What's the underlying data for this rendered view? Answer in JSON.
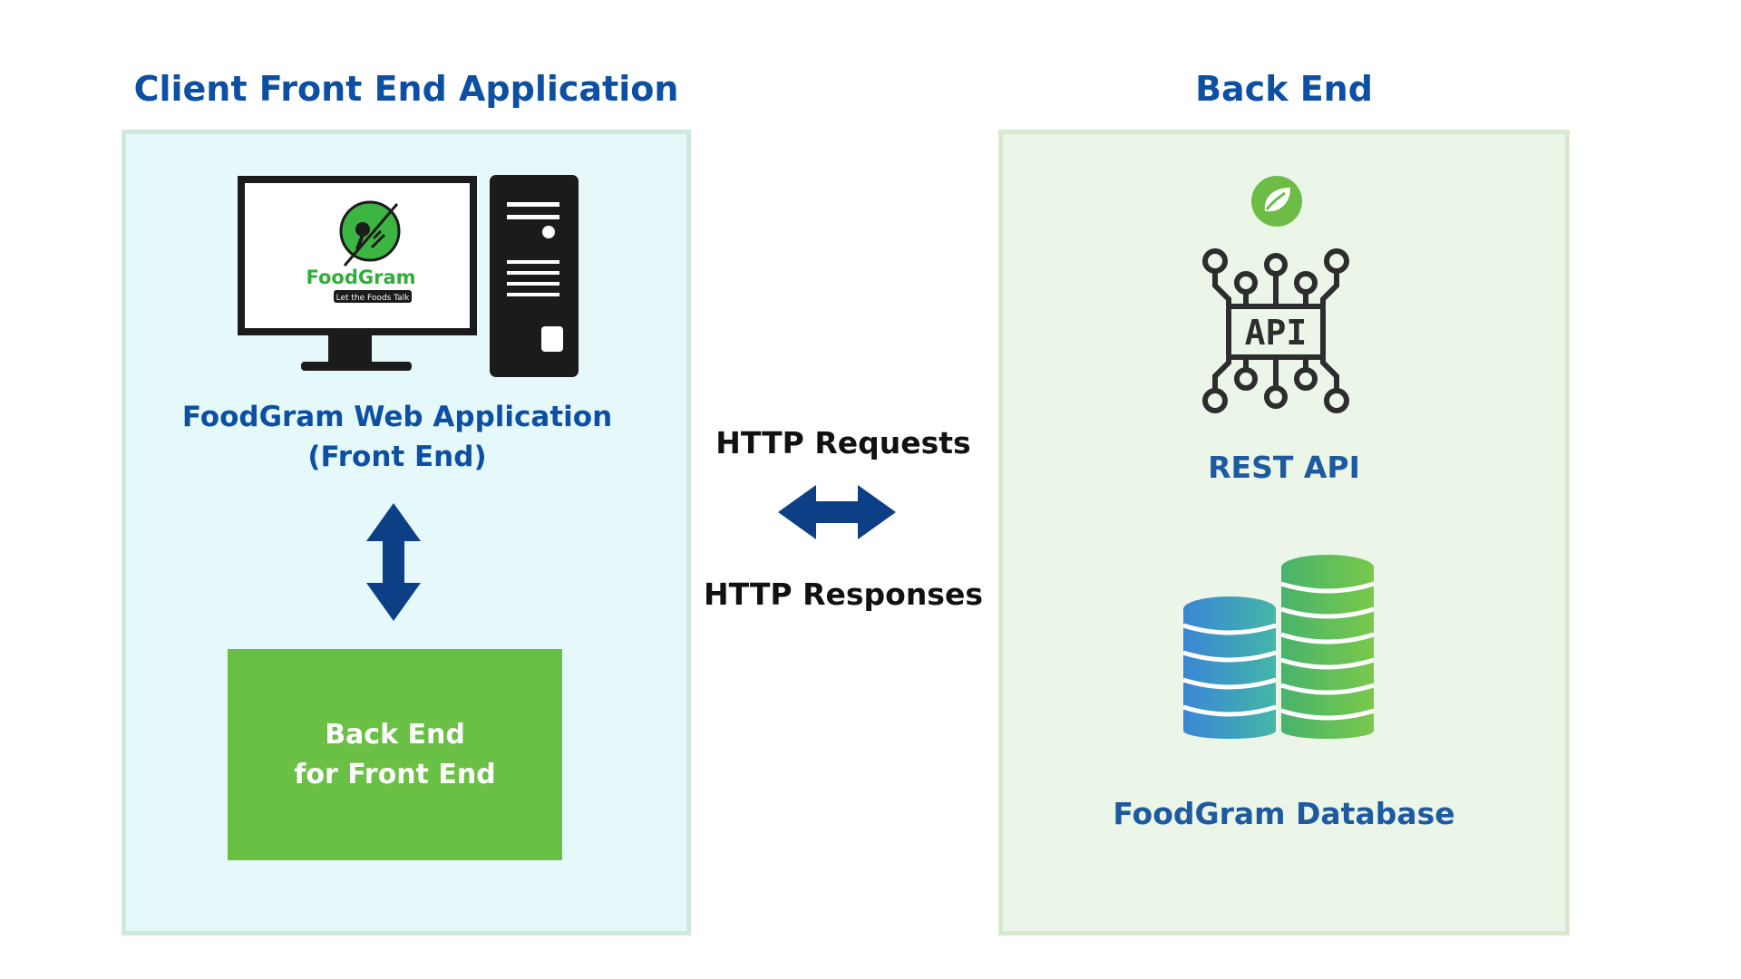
{
  "client": {
    "title": "Client Front End Application",
    "web_app_line1": "FoodGram Web Application",
    "web_app_line2": "(Front End)",
    "bff_line1": "Back End",
    "bff_line2": "for Front End",
    "logo_text": "FoodGram",
    "logo_tagline": "Let the Foods Talk"
  },
  "backend": {
    "title": "Back End",
    "api_icon_text": "API",
    "rest_api": "REST API",
    "database": "FoodGram Database"
  },
  "http": {
    "requests": "HTTP Requests",
    "responses": "HTTP Responses"
  },
  "colors": {
    "title_blue": "#0d4fa3",
    "arrow_navy": "#0d3f87",
    "green": "#6abf45",
    "client_panel_bg": "#e5f9fb",
    "backend_panel_bg": "#ebf5e8"
  },
  "icons": [
    "desktop-computer-icon",
    "foodgram-logo",
    "spring-leaf-icon",
    "api-circuit-icon",
    "database-icon",
    "double-arrow-icon"
  ]
}
